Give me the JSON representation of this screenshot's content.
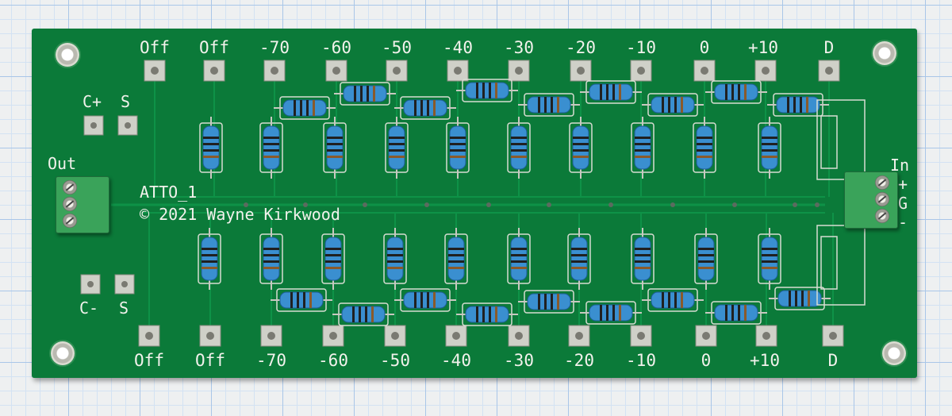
{
  "board": {
    "labels_top": [
      "Off",
      "Off",
      "-70",
      "-60",
      "-50",
      "-40",
      "-30",
      "-20",
      "-10",
      "0",
      "+10",
      "D"
    ],
    "labels_bottom": [
      "Off",
      "Off",
      "-70",
      "-60",
      "-50",
      "-40",
      "-30",
      "-20",
      "-10",
      "0",
      "+10",
      "D"
    ],
    "title": "ATTO_1",
    "copyright": "© 2021 Wayne Kirkwood",
    "left_terminals": {
      "out_label": "Out",
      "c_plus": "C+",
      "s_top": "S",
      "c_minus": "C-",
      "s_bottom": "S"
    },
    "right_terminals": {
      "in_label": "In",
      "plus": "+",
      "g": "G",
      "minus": "-"
    }
  },
  "colors": {
    "pcb_green": "#0b7a39",
    "silkscreen": "#f2f2ec",
    "resistor_blue": "#3a8fd0",
    "terminal_green": "#3aa35a"
  }
}
